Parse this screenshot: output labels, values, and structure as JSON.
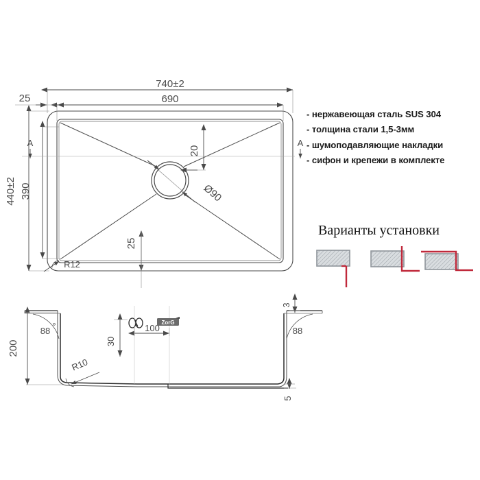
{
  "drawing": {
    "title_hidden": "",
    "plan_view": {
      "dims": {
        "overall_width": "740±2",
        "inner_width": "690",
        "left_margin": "25",
        "overall_height": "440±2",
        "inner_height": "390",
        "drain_offset": "20",
        "drain_diameter": "Ø90",
        "bottom_offset": "25",
        "corner_radius": "R12",
        "section_marker_left": "A",
        "section_marker_right": "A"
      }
    },
    "section_view": {
      "dims": {
        "depth": "200",
        "angle_left": "88",
        "angle_left_deg": "°",
        "angle_right": "88",
        "corner_radius": "R10",
        "drain_height": "30",
        "drain_offset": "100",
        "top_thickness": "3",
        "bottom_thickness": "5"
      }
    }
  },
  "specs": {
    "items": [
      "- нержавеющая сталь SUS 304",
      "- толщина стали 1,5-3мм",
      "- шумоподавляющие накладки",
      "- сифон и крепежи в комплекте"
    ]
  },
  "variants": {
    "title": "Варианты установки",
    "items": [
      {
        "name": "variant-overmount"
      },
      {
        "name": "variant-flushmount"
      },
      {
        "name": "variant-undermount"
      }
    ]
  },
  "colors": {
    "line": "#4a4a4a",
    "line_dark": "#2b2b2b",
    "accent_red": "#c0293b",
    "hatch_fill": "#d9dde0",
    "hatch_stroke": "#8e949a",
    "text": "#1b1b1b"
  }
}
